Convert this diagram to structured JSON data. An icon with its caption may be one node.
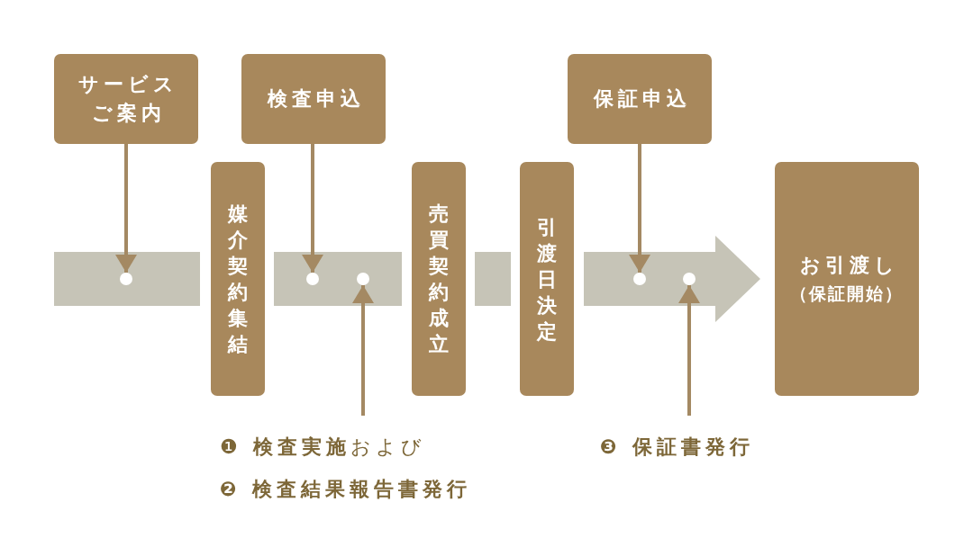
{
  "diagram": {
    "nodes": [
      {
        "text": [
          "サービスご案内"
        ]
      },
      {
        "text": [
          "検査申込"
        ]
      },
      {
        "text": [
          "保証申込"
        ]
      },
      {
        "text": [],
        "shape": "bar"
      },
      {
        "text": [],
        "shape": "circle",
        "in": 3
      },
      {
        "text": [
          "媒介契約集結"
        ]
      },
      {
        "text": [],
        "shape": "bar"
      },
      {
        "text": [],
        "shape": "circle",
        "in": 6
      },
      {
        "text": [],
        "shape": "circle",
        "in": 6
      },
      {
        "text": [
          "売買契約成立"
        ]
      },
      {
        "text": [],
        "shape": "bar"
      },
      {
        "text": [
          "引渡日決定"
        ]
      },
      {
        "text": [],
        "shape": "arrow"
      },
      {
        "text": [],
        "shape": "circle",
        "in": 12
      },
      {
        "text": [],
        "shape": "circle",
        "in": 12
      },
      {
        "text": [
          "お引渡し",
          "（保証開始）"
        ]
      },
      {
        "text": [
          "❶ **検査実施**および",
          "❷ 検査結果報告書発行"
        ]
      },
      {
        "text": [
          "❸ 保証書発行"
        ]
      }
    ],
    "edges": [
      {
        "from": 0,
        "to": 4,
        "arrow": "to"
      },
      {
        "from": 1,
        "to": 7,
        "arrow": "to"
      },
      {
        "from": 2,
        "to": 13,
        "arrow": "to"
      },
      {
        "from": 16,
        "to": 8,
        "arrow": "to"
      },
      {
        "from": 17,
        "to": 14,
        "arrow": "to"
      }
    ]
  }
}
